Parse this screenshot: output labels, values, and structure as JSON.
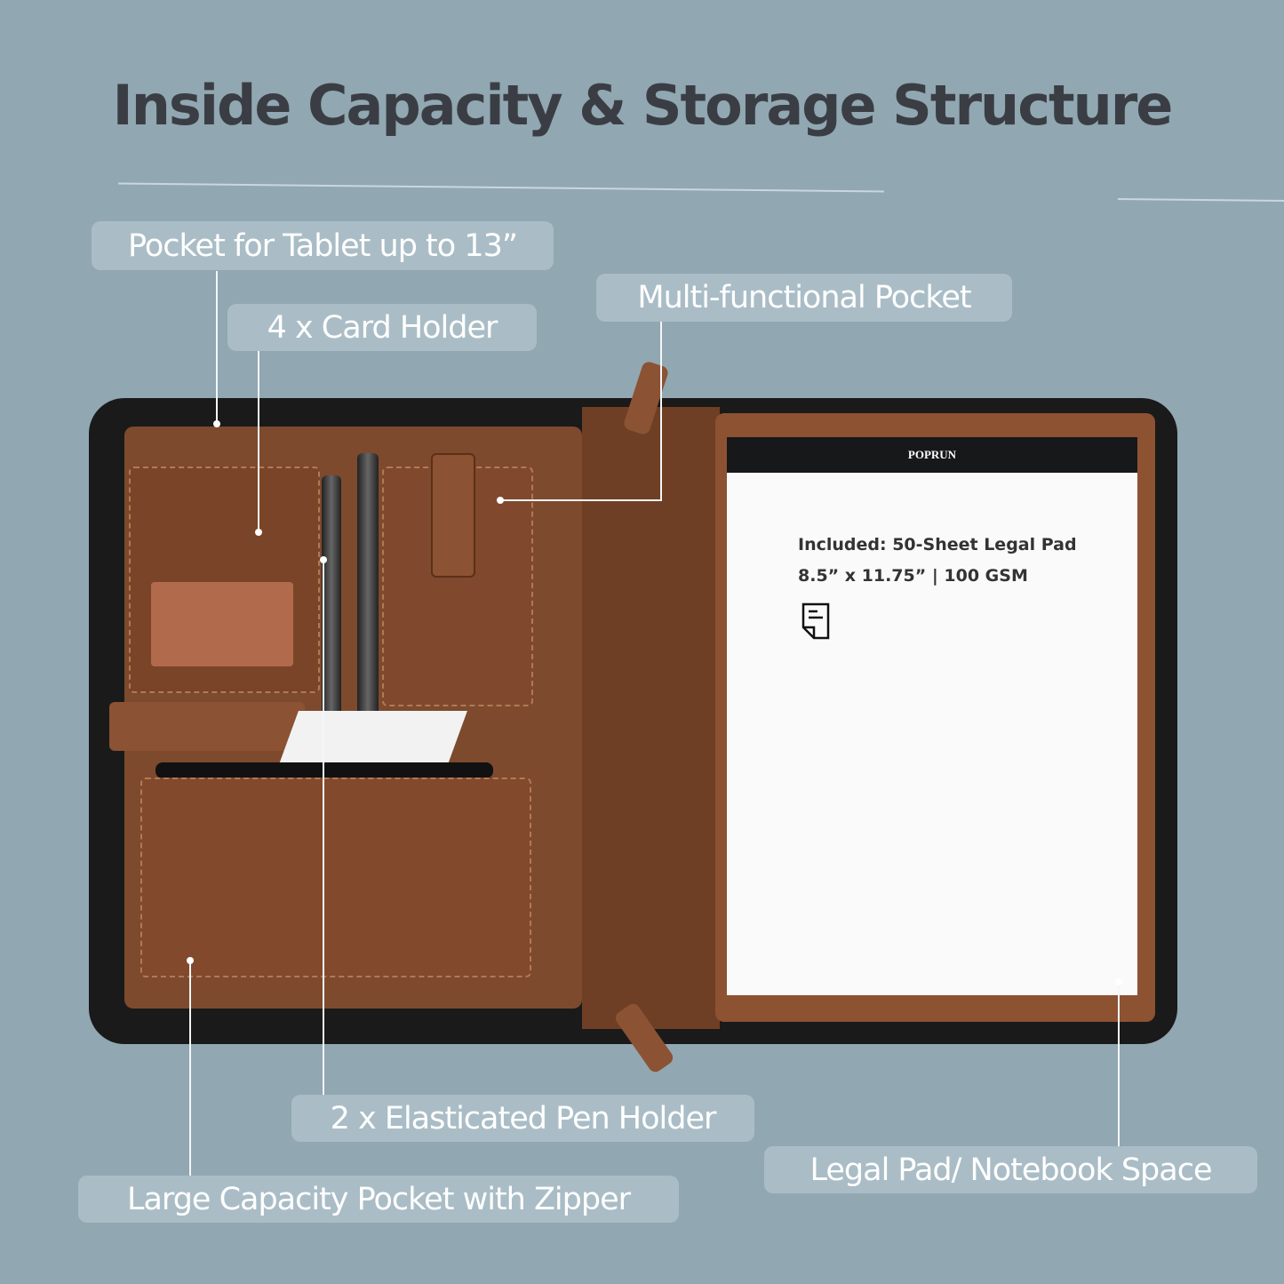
{
  "title": "Inside Capacity & Storage Structure",
  "labels": {
    "tablet": "Pocket for Tablet up to 13”",
    "cards": "4 x  Card Holder",
    "multi": "Multi-functional Pocket",
    "pens": "2 x Elasticated Pen Holder",
    "zipper": "Large Capacity Pocket with Zipper",
    "pad": "Legal Pad/ Notebook Space"
  },
  "notepad": {
    "brand": "POPRUN",
    "line1": "Included: 50-Sheet Legal Pad",
    "line2": "8.5” x 11.75” | 100 GSM",
    "icon": "document-icon"
  },
  "colors": {
    "background": "#91a7b2",
    "label_bg": "#aabdc6",
    "leather": "#7d4a2e",
    "title": "#3a3e44"
  }
}
